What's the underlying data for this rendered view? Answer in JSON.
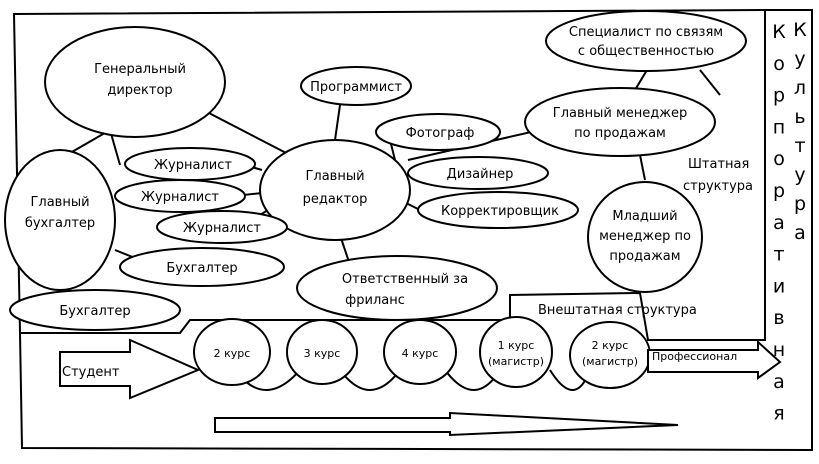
{
  "staff": {
    "general_director": [
      "Генеральный",
      "директор"
    ],
    "programmer": "Программист",
    "pr_specialist": [
      "Специалист по связям",
      "с общественностью"
    ],
    "head_sales_manager": [
      "Главный менеджер",
      "по продажам"
    ],
    "photographer": "Фотограф",
    "designer": "Дизайнер",
    "proofreader": "Корректировщик",
    "chief_editor": [
      "Главный",
      "редактор"
    ],
    "journalist_1": "Журналист",
    "journalist_2": "Журналист",
    "journalist_3": "Журналист",
    "chief_accountant": [
      "Главный",
      "бухгалтер"
    ],
    "accountant_1": "Бухгалтер",
    "accountant_2": "Бухгалтер",
    "freelance_manager": [
      "Ответственный за",
      "фриланс"
    ],
    "junior_sales_manager": [
      "Младший",
      "менеджер по",
      "продажам"
    ],
    "staff_label": [
      "Штатная",
      "структура"
    ]
  },
  "freelance": {
    "label": "Внештатная структура",
    "start": "Студент",
    "stages": [
      "2 курс",
      "3 курс",
      "4 курс"
    ],
    "master_stages": [
      [
        "1 курс",
        "(магистр)"
      ],
      [
        "2 курс",
        "(магистр)"
      ]
    ],
    "end": "Профессионал"
  },
  "side_title": {
    "col1": [
      "К",
      "о",
      "р",
      "п",
      "о",
      "р",
      "а",
      "т",
      "и",
      "в",
      "н",
      "а",
      "я"
    ],
    "col2": [
      "К",
      "у",
      "л",
      "ь",
      "т",
      "у",
      "р",
      "а"
    ]
  }
}
